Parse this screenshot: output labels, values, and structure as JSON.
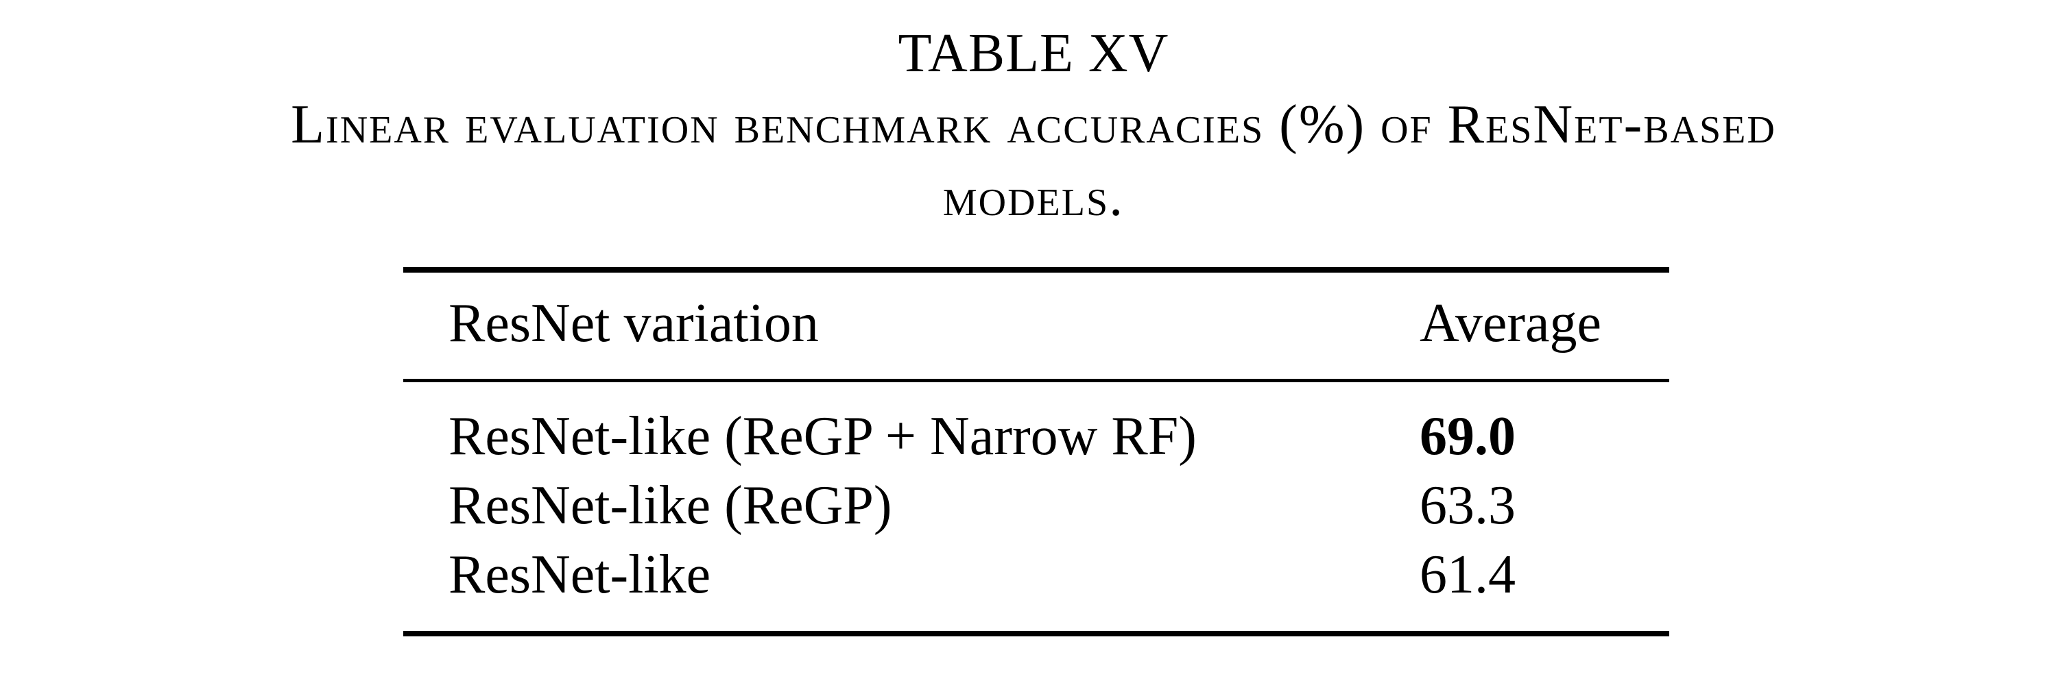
{
  "caption": {
    "title": "TABLE XV",
    "line1": "Linear evaluation benchmark accuracies (%) of ResNet-based",
    "line2": "models."
  },
  "table": {
    "headers": [
      "ResNet variation",
      "Average"
    ],
    "rows": [
      {
        "variation": "ResNet-like (ReGP + Narrow RF)",
        "average": "69.0",
        "best": true
      },
      {
        "variation": "ResNet-like (ReGP)",
        "average": "63.3",
        "best": false
      },
      {
        "variation": "ResNet-like",
        "average": "61.4",
        "best": false
      }
    ]
  }
}
